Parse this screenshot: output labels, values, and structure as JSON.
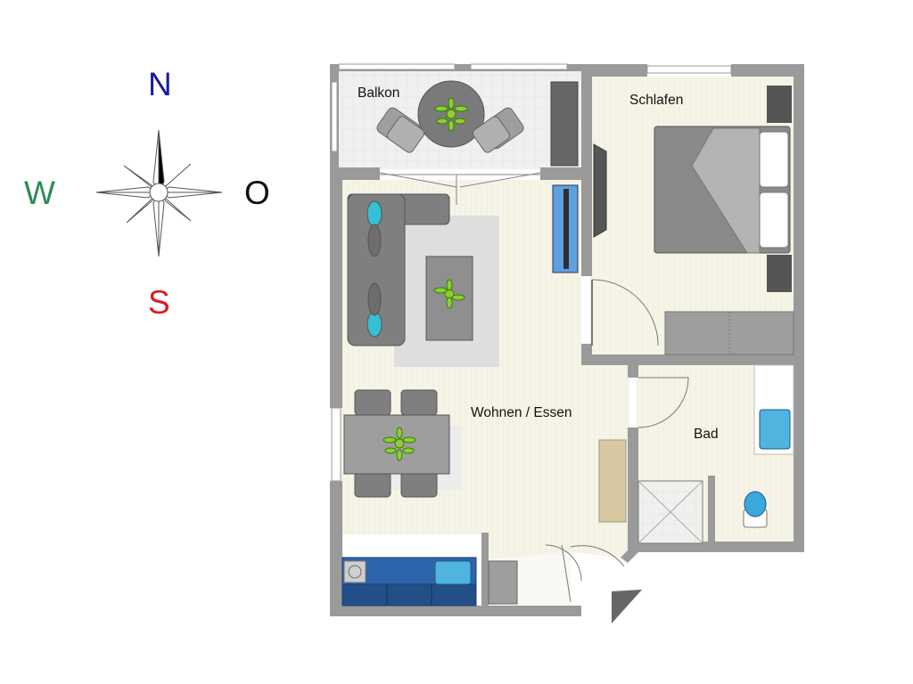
{
  "compass": {
    "north": "N",
    "south": "S",
    "west": "W",
    "east": "O",
    "colors": {
      "north": "#1a1aa6",
      "south": "#d81d1d",
      "west": "#2e8b57",
      "east": "#111111"
    }
  },
  "rooms": {
    "balcony": "Balkon",
    "bedroom": "Schlafen",
    "living": "Wohnen / Essen",
    "bath": "Bad"
  },
  "colors": {
    "wall": "#9a9a9a",
    "floor_wood": "#f6f4e6",
    "floor_tile": "#efefef",
    "furniture": "#8d8d8d",
    "accent_blue": "#2aa3d8",
    "kitchen_blue": "#2a5a9e",
    "plant_green": "#7ec22a"
  }
}
